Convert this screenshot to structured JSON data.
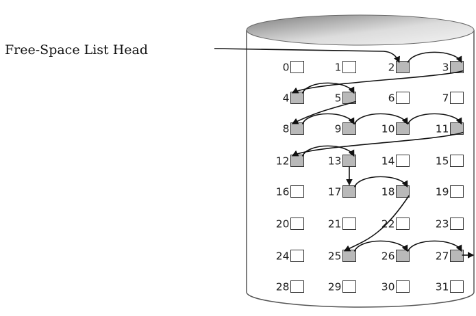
{
  "head_label": "Free-Space List Head",
  "block_labels": [
    "0",
    "1",
    "2",
    "3",
    "4",
    "5",
    "6",
    "7",
    "8",
    "9",
    "10",
    "11",
    "12",
    "13",
    "14",
    "15",
    "16",
    "17",
    "18",
    "19",
    "20",
    "21",
    "22",
    "23",
    "24",
    "25",
    "26",
    "27",
    "28",
    "29",
    "30",
    "31"
  ],
  "free_blocks": [
    2,
    3,
    4,
    5,
    8,
    9,
    10,
    11,
    12,
    13,
    17,
    18,
    25,
    26,
    27
  ],
  "free_list_order": [
    2,
    3,
    4,
    5,
    8,
    9,
    10,
    11,
    12,
    13,
    17,
    18,
    25,
    26,
    27
  ],
  "colors": {
    "free_fill": "#b9b9b9",
    "empty_fill": "#ffffff",
    "stroke": "#333333",
    "arrow": "#111111",
    "disk_top_dark": "#8a8a8a",
    "disk_top_light": "#f2f2f2"
  }
}
